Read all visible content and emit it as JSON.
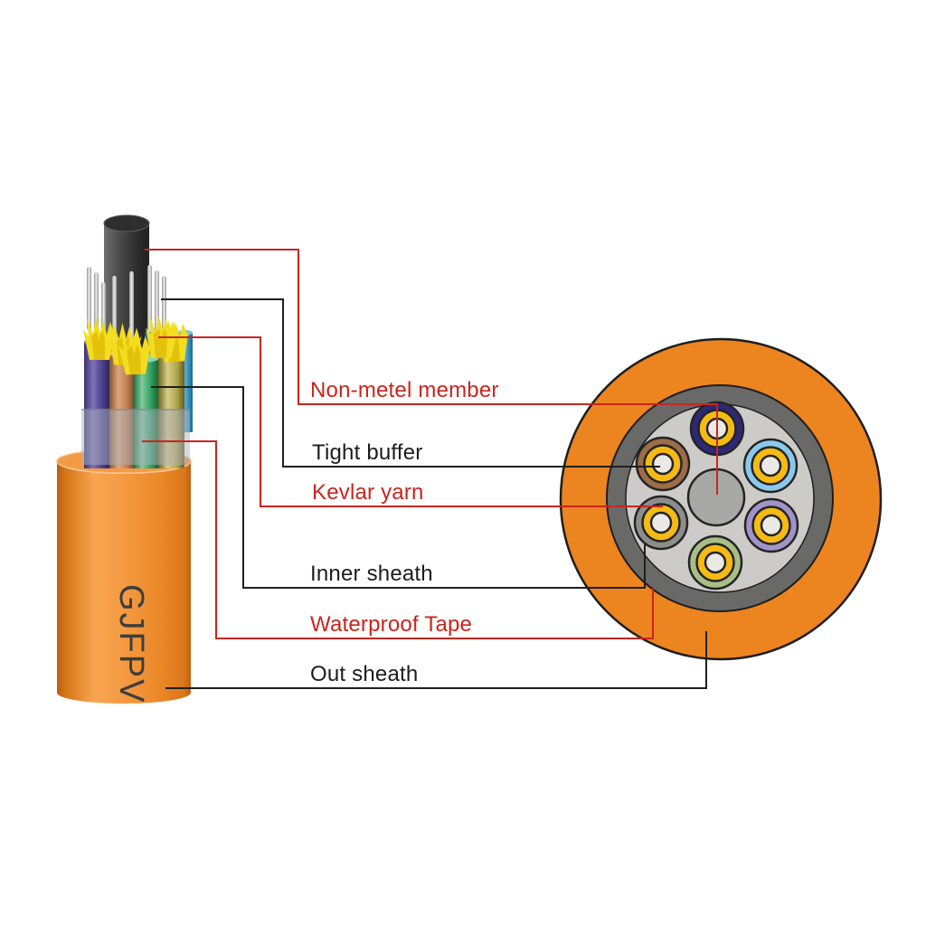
{
  "diagram": {
    "type": "fiber-optic-cable-structure-diagram",
    "cable_code": "GJFPV",
    "labels": [
      {
        "id": "non-metal-member",
        "text": "Non-metel member",
        "color": "#c9251e"
      },
      {
        "id": "tight-buffer",
        "text": "Tight buffer",
        "color": "#1c1c1c"
      },
      {
        "id": "kevlar-yarn",
        "text": "Kevlar yarn",
        "color": "#c9251e"
      },
      {
        "id": "inner-sheath",
        "text": "Inner sheath",
        "color": "#1c1c1c"
      },
      {
        "id": "waterproof-tape",
        "text": "Waterproof Tape",
        "color": "#c9251e"
      },
      {
        "id": "out-sheath",
        "text": "Out sheath",
        "color": "#1c1c1c"
      }
    ],
    "colors": {
      "outer_sheath_orange": "#ec8420",
      "inner_sheath_gray": "#696967",
      "waterproof_tape_gray": "#cccbc8",
      "central_member_gray": "#a8a8a5",
      "kevlar_yellow": "#f5ba13",
      "flare_yellow": "#f2dd1f",
      "fiber_center_white": "#ebe9e5",
      "leader_line_red": "#c9251e",
      "leader_line_black": "#1f1f1f",
      "print_text_gray": "#3d3d3d"
    },
    "cross_section": {
      "fiber_unit_count": 6,
      "tight_buffer_ring_colors": [
        "#2e2876",
        "#9d6c49",
        "#8bc9ec",
        "#8d8d8b",
        "#a193c7",
        "#a8be87"
      ]
    }
  }
}
